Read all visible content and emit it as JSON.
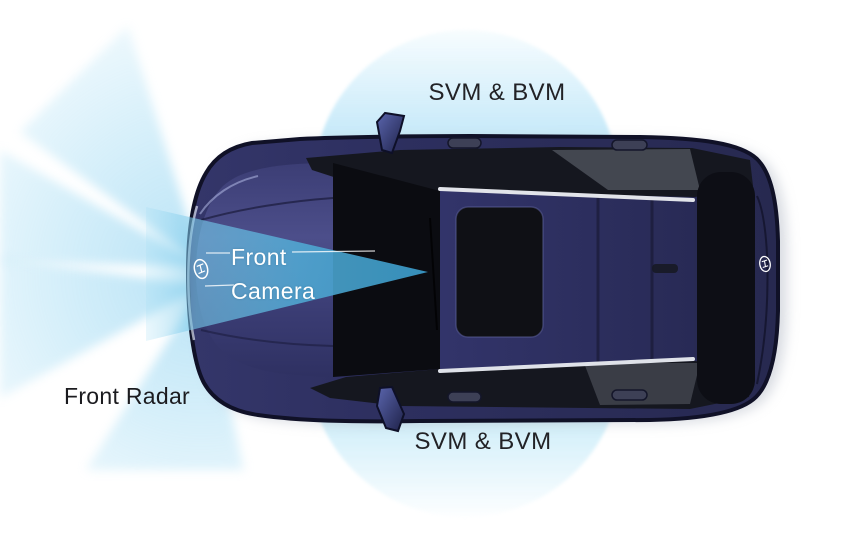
{
  "diagram": {
    "subject": "vehicle-adas-sensor-coverage-top-view",
    "zones": [
      {
        "id": "svm-bvm-top",
        "label": "SVM & BVM",
        "shape": "circle",
        "position": "top"
      },
      {
        "id": "svm-bvm-bottom",
        "label": "SVM & BVM",
        "shape": "circle",
        "position": "bottom"
      },
      {
        "id": "front-camera",
        "label_line1": "Front",
        "label_line2": "Camera",
        "shape": "cone",
        "position": "front-center"
      },
      {
        "id": "front-radar",
        "label": "Front Radar",
        "shape": "fan",
        "position": "front-left"
      }
    ],
    "icons": {
      "front_badge": "hyundai-logo",
      "rear_badge": "hyundai-logo"
    },
    "colors": {
      "background": "#ffffff",
      "coverage_blue_strong": "#7ed1ee",
      "coverage_blue_light": "#cdecfa",
      "camera_cone_blue": "#3f9cc8",
      "car_body_navy": "#2c2e5d",
      "car_hood_purple": "#45477f",
      "glass_black": "#0c0d12",
      "chrome_rail": "#e2e4ea",
      "label_dark": "#222226",
      "label_light": "#ffffff"
    }
  }
}
